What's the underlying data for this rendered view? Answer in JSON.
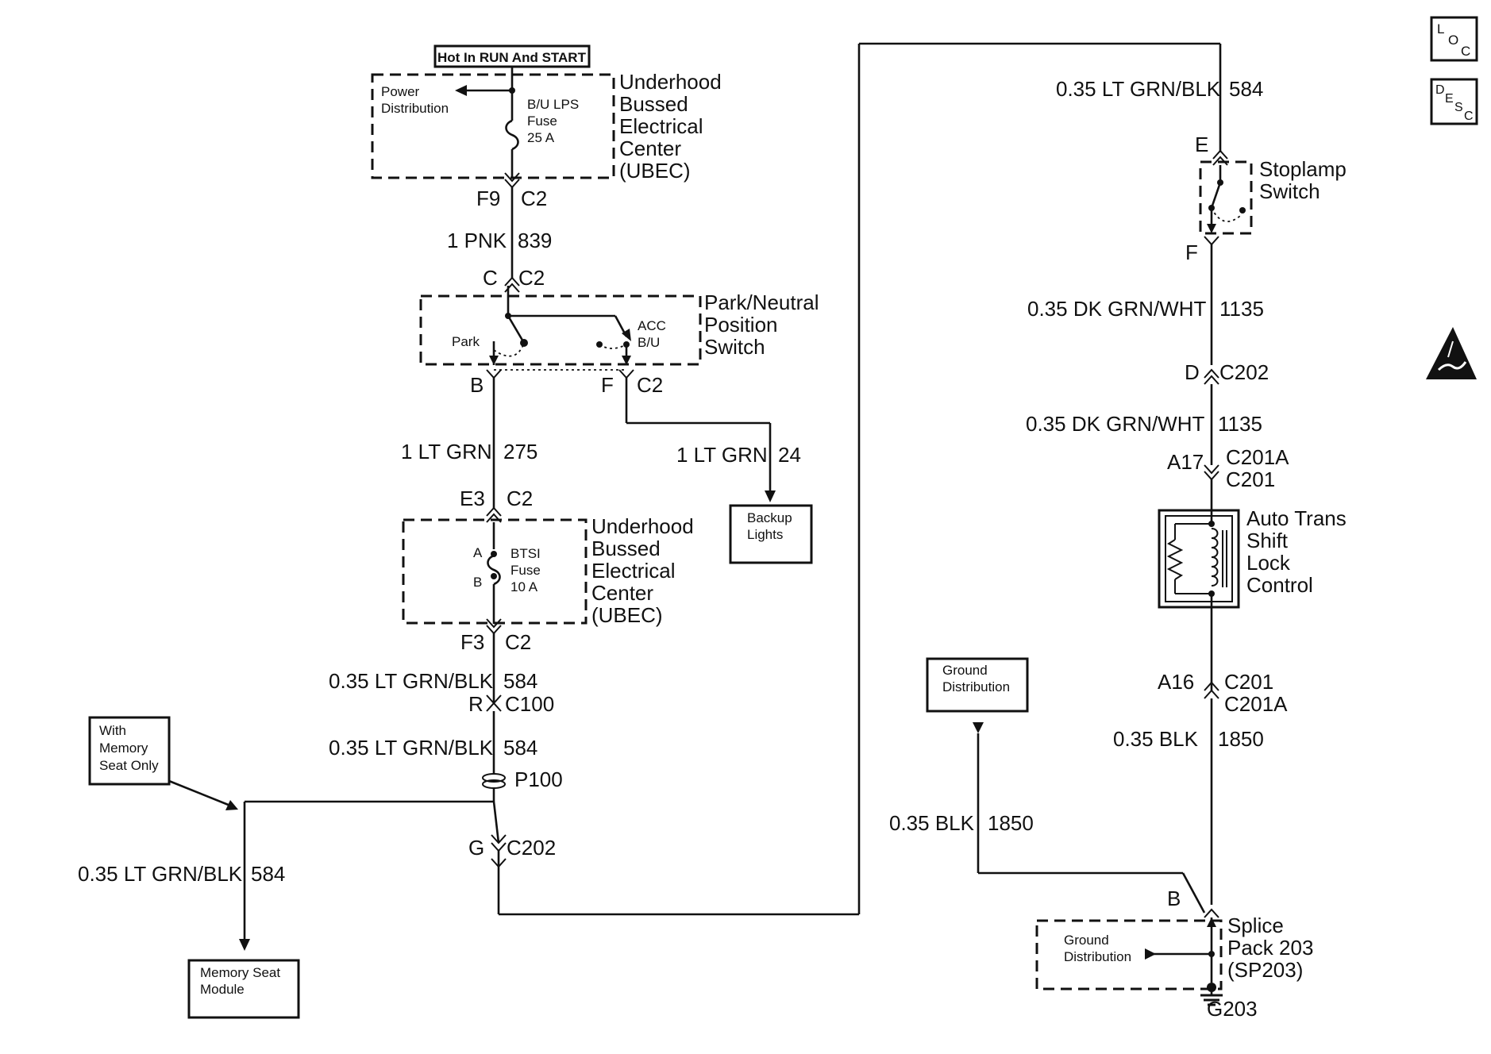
{
  "labels": {
    "hot_in_run": "Hot In RUN And START",
    "power_dist_1": "Power",
    "power_dist_2": "Distribution",
    "bu_lps_1": "B/U LPS",
    "bu_lps_2": "Fuse",
    "bu_lps_3": "25 A",
    "ubec_top_1": "Underhood",
    "ubec_top_2": "Bussed",
    "ubec_top_3": "Electrical",
    "ubec_top_4": "Center",
    "ubec_top_5": "(UBEC)",
    "f9": "F9",
    "c2_a": "C2",
    "pnk_wire": "1 PNK",
    "pnk_circ": "839",
    "conn_c": "C",
    "c2_b": "C2",
    "pnp_1": "Park/Neutral",
    "pnp_2": "Position",
    "pnp_3": "Switch",
    "park": "Park",
    "acc": "ACC",
    "bu": "B/U",
    "conn_b": "B",
    "conn_f": "F",
    "c2_c": "C2",
    "ltgrn_wire_1": "1 LT GRN",
    "ltgrn_circ_1": "275",
    "ltgrn_wire_2": "1 LT GRN",
    "ltgrn_circ_2": "24",
    "backup_1": "Backup",
    "backup_2": "Lights",
    "e3": "E3",
    "c2_d": "C2",
    "conn_a": "A",
    "conn_b2": "B",
    "btsi_1": "BTSI",
    "btsi_2": "Fuse",
    "btsi_3": "10 A",
    "ubec_bot_1": "Underhood",
    "ubec_bot_2": "Bussed",
    "ubec_bot_3": "Electrical",
    "ubec_bot_4": "Center",
    "ubec_bot_5": "(UBEC)",
    "f3": "F3",
    "c2_e": "C2",
    "lgb_wire_1": "0.35 LT GRN/BLK",
    "lgb_circ_1": "584",
    "conn_r": "R",
    "c100": "C100",
    "lgb_wire_2": "0.35 LT GRN/BLK",
    "lgb_circ_2": "584",
    "p100": "P100",
    "with_mem_1": "With",
    "with_mem_2": "Memory",
    "with_mem_3": "Seat Only",
    "conn_g": "G",
    "c202_a": "C202",
    "lgb_wire_3": "0.35 LT GRN/BLK",
    "lgb_circ_3": "584",
    "mem_seat_1": "Memory Seat",
    "mem_seat_2": "Module",
    "lgb_wire_4": "0.35 LT GRN/BLK",
    "lgb_circ_4": "584",
    "conn_e": "E",
    "stoplamp_1": "Stoplamp",
    "stoplamp_2": "Switch",
    "conn_f2": "F",
    "dgw_wire_1": "0.35 DK GRN/WHT",
    "dgw_circ_1": "1135",
    "conn_d": "D",
    "c202_b": "C202",
    "dgw_wire_2": "0.35 DK GRN/WHT",
    "dgw_circ_2": "1135",
    "a17": "A17",
    "c201a_a": "C201A",
    "c201_a": "C201",
    "ats_1": "Auto Trans",
    "ats_2": "Shift",
    "ats_3": "Lock",
    "ats_4": "Control",
    "ground_dist_1": "Ground",
    "ground_dist_2": "Distribution",
    "a16": "A16",
    "c201_b": "C201",
    "c201a_b": "C201A",
    "blk_wire_1": "0.35 BLK",
    "blk_circ_1": "1850",
    "blk_wire_2": "0.35 BLK",
    "blk_circ_2": "1850",
    "conn_b3": "B",
    "splice_1": "Splice",
    "splice_2": "Pack 203",
    "splice_3": "(SP203)",
    "gd2_1": "Ground",
    "gd2_2": "Distribution",
    "g203": "G203",
    "loc_l": "L",
    "loc_o": "O",
    "loc_c": "C",
    "desc_d": "D",
    "desc_e": "E",
    "desc_s": "S",
    "desc_c": "C"
  },
  "icons": [
    "loc-icon",
    "desc-icon",
    "esd-warning-icon"
  ]
}
